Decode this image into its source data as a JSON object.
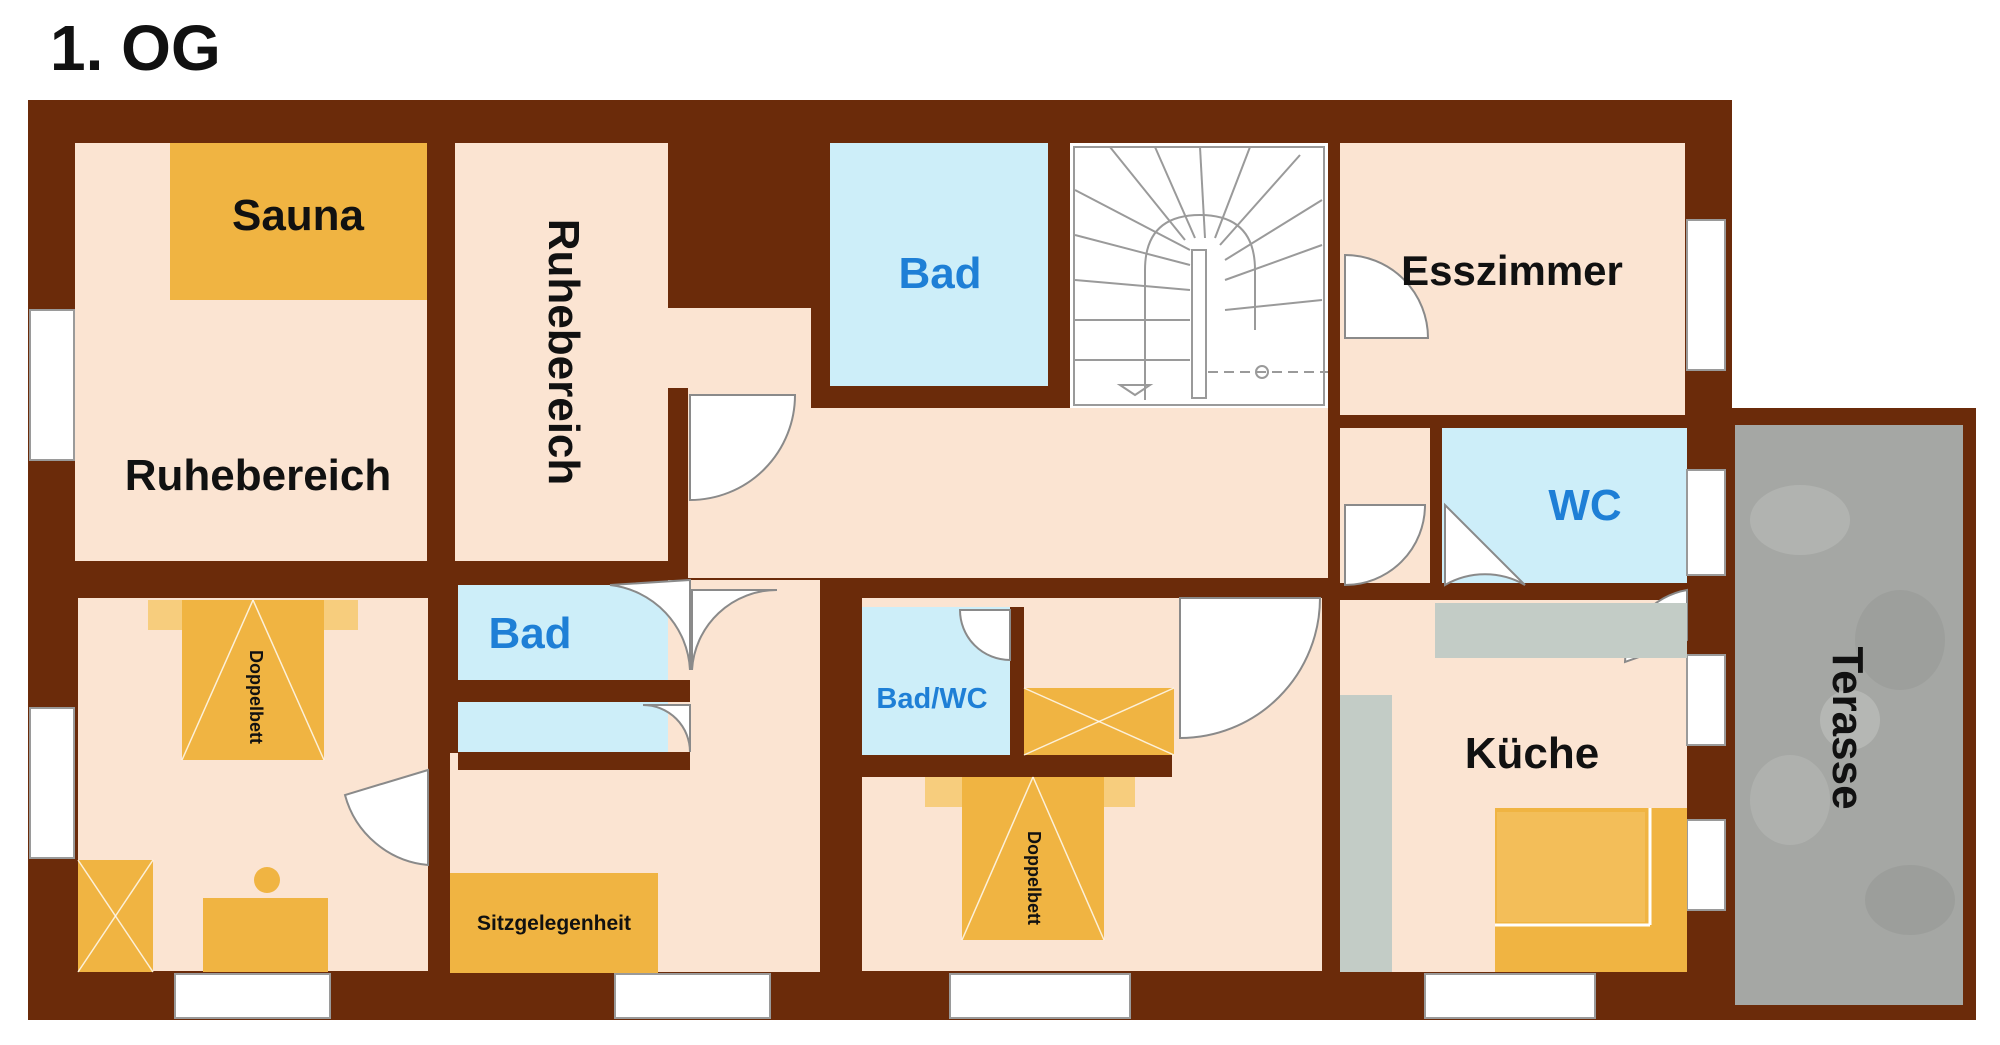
{
  "floor_title": "1. OG",
  "rooms": {
    "sauna": "Sauna",
    "ruhebereich_left": "Ruhebereich",
    "ruhebereich_vertical": "Ruhebereich",
    "bad_top": "Bad",
    "esszimmer": "Esszimmer",
    "wc": "WC",
    "bad_middle": "Bad",
    "bad_wc": "Bad/WC",
    "kueche": "Küche",
    "terasse": "Terasse"
  },
  "furniture": {
    "doppelbett_left": "Doppelbett",
    "doppelbett_right": "Doppelbett",
    "sitzgelegenheit": "Sitzgelegenheit"
  },
  "colors": {
    "wall": "#6b2b0a",
    "floor": "#fbe4d2",
    "bathroom": "#cdeef9",
    "furniture": "#f0b442",
    "furniture_light": "#f7cd7d",
    "counter": "#c3ccc6",
    "terrace": "#a5a7a4",
    "room_label": "#111111",
    "bath_label": "#1e7fd6"
  }
}
